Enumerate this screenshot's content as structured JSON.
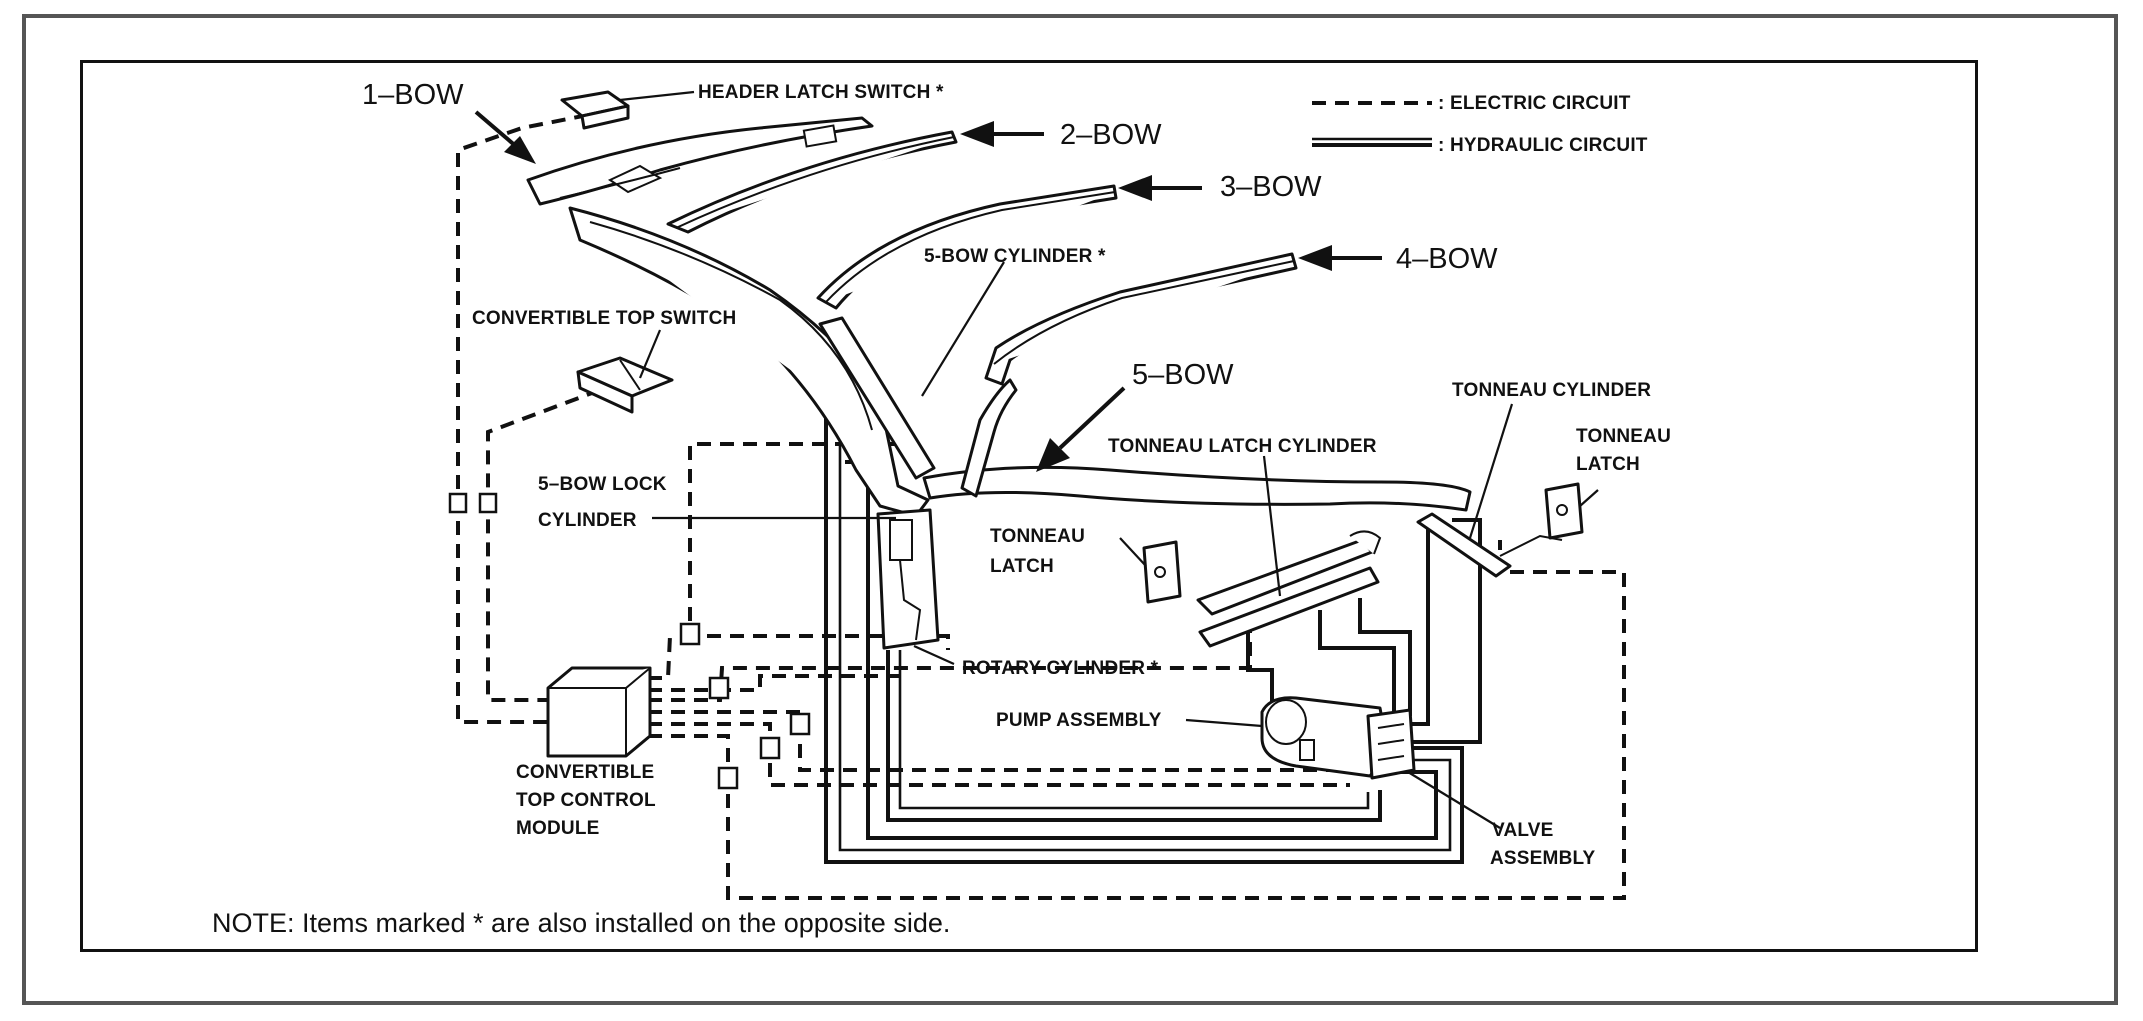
{
  "legend": {
    "electric": ": ELECTRIC CIRCUIT",
    "hydraulic": ": HYDRAULIC CIRCUIT"
  },
  "bows": {
    "bow1": "1–BOW",
    "bow2": "2–BOW",
    "bow3": "3–BOW",
    "bow4": "4–BOW",
    "bow5": "5–BOW"
  },
  "labels": {
    "header_latch_switch": "HEADER LATCH SWITCH *",
    "convertible_top_switch": "CONVERTIBLE TOP SWITCH",
    "five_bow_cylinder": "5-BOW CYLINDER *",
    "five_bow_lock_line1": "5–BOW LOCK",
    "five_bow_lock_line2": "CYLINDER",
    "tonneau_latch_cylinder": "TONNEAU LATCH CYLINDER",
    "tonneau_cylinder": "TONNEAU CYLINDER",
    "tonneau_latch_right_line1": "TONNEAU",
    "tonneau_latch_right_line2": "LATCH",
    "tonneau_latch_left_line1": "TONNEAU",
    "tonneau_latch_left_line2": "LATCH",
    "rotary_cylinder": "ROTARY CYLINDER *",
    "pump_assembly": "PUMP ASSEMBLY",
    "valve_assembly_line1": "VALVE",
    "valve_assembly_line2": "ASSEMBLY",
    "control_module_line1": "CONVERTIBLE",
    "control_module_line2": "TOP CONTROL",
    "control_module_line3": "MODULE"
  },
  "note": "NOTE: Items marked * are also installed on the opposite side."
}
